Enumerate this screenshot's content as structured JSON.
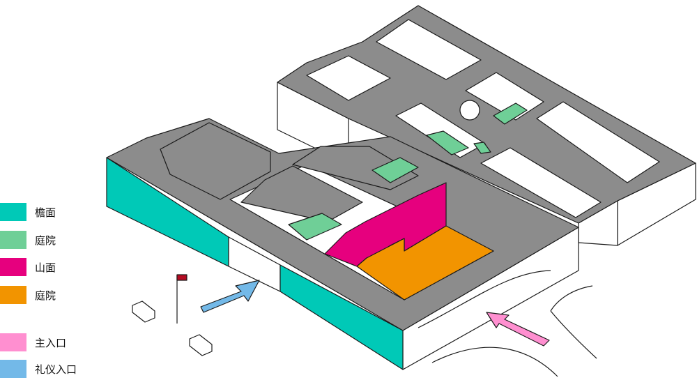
{
  "colors": {
    "roof": "#8c8c8c",
    "wall": "#ffffff",
    "outline": "#1a1a1a",
    "eaves_face": "#00c9b7",
    "courtyard_green": "#6fcf97",
    "gable_face": "#e6007e",
    "courtyard_orange": "#f29400",
    "main_entrance": "#ff8fd0",
    "ceremonial_entrance": "#73b9e8",
    "flag": "#b50b22"
  },
  "legend": [
    {
      "key": "eaves",
      "label": "檐面",
      "color": "#00c9b7"
    },
    {
      "key": "courtyard_green",
      "label": "庭院",
      "color": "#6fcf97"
    },
    {
      "key": "gable",
      "label": "山面",
      "color": "#e6007e"
    },
    {
      "key": "courtyard_orange",
      "label": "庭院",
      "color": "#f29400"
    },
    {
      "key": "main_entrance",
      "label": "主入口",
      "color": "#ff8fd0"
    },
    {
      "key": "ceremonial_entrance",
      "label": "礼仪入口",
      "color": "#73b9e8"
    }
  ],
  "icons": {
    "ceremonial_arrow": "arrow-up-right-icon",
    "main_arrow": "arrow-up-left-icon",
    "flag": "flag-icon"
  }
}
